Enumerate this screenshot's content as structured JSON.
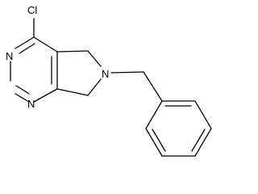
{
  "atoms": [
    {
      "id": "cl",
      "label": "Cl"
    },
    {
      "id": "n_top",
      "label": "N"
    },
    {
      "id": "n_bottom",
      "label": "N"
    },
    {
      "id": "n_ring",
      "label": "N"
    }
  ]
}
